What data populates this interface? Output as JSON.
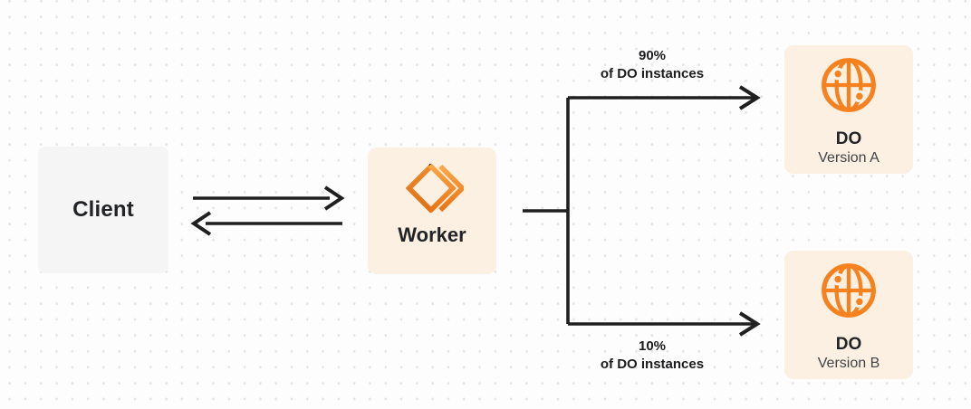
{
  "canvas": {
    "background": "#FDFDFD",
    "dot_color": "#E4E4E5"
  },
  "colors": {
    "line": "#1F1F1F",
    "text": "#222326",
    "subtext": "#434348",
    "node_cream": "#FBF0E2",
    "node_gray": "#F5F5F6",
    "orange": "#F6821F",
    "orange_light": "#F9A849",
    "orange_dark": "#E97414"
  },
  "nodes": {
    "client": {
      "label": "Client"
    },
    "worker": {
      "label": "Worker",
      "icon": "cloudflare-workers-icon"
    },
    "do_a": {
      "title": "DO",
      "subtitle": "Version A",
      "icon": "durable-object-globe-icon"
    },
    "do_b": {
      "title": "DO",
      "subtitle": "Version B",
      "icon": "durable-object-globe-icon"
    }
  },
  "edges": {
    "client_worker": {
      "type": "bidirectional-arrows"
    },
    "top_branch": {
      "label_line1": "90%",
      "label_line2": "of DO instances",
      "target": "DO Version A"
    },
    "bottom_branch": {
      "label_line1": "10%",
      "label_line2": "of DO instances",
      "target": "DO Version B"
    }
  }
}
